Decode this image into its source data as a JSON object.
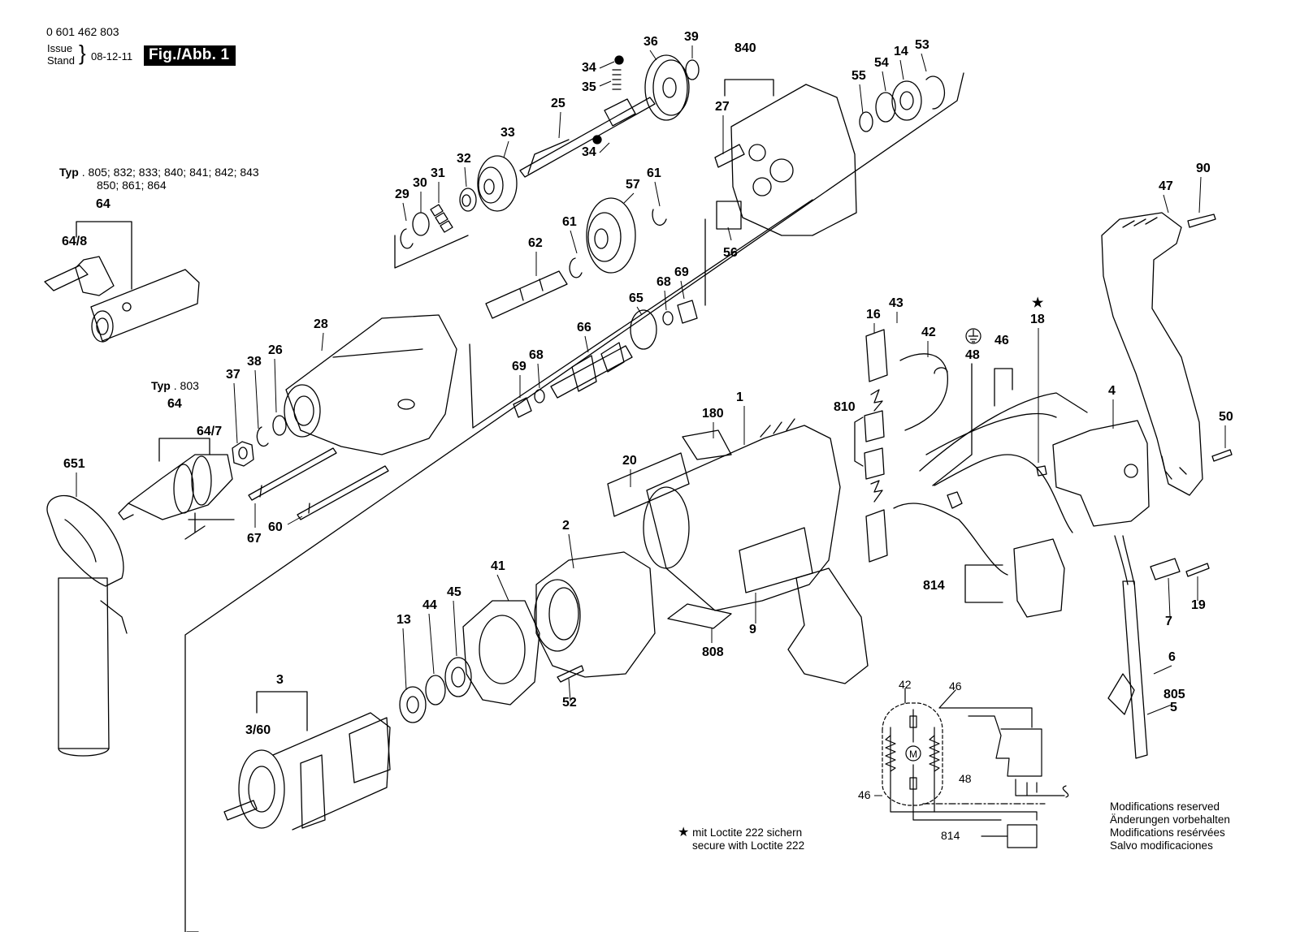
{
  "header": {
    "part_number": "0 601 462 803",
    "issue_label": "Issue",
    "stand_label": "Stand",
    "date": "08-12-11",
    "figure_label": "Fig./Abb. 1"
  },
  "typ_notes": {
    "typ_label": "Typ",
    "typ_a_line1": ". 805; 832; 833; 840; 841; 842; 843",
    "typ_a_line2": "850;  861; 864",
    "typ_b": ". 803"
  },
  "part_labels": {
    "p34a": "34",
    "p35": "35",
    "p36": "36",
    "p39": "39",
    "p840": "840",
    "p55": "55",
    "p54": "54",
    "p14": "14",
    "p53": "53",
    "p27": "27",
    "p25": "25",
    "p33": "33",
    "p34b": "34",
    "p32": "32",
    "p31": "31",
    "p30": "30",
    "p29": "29",
    "p57": "57",
    "p61a": "61",
    "p61b": "61",
    "p56": "56",
    "p62": "62",
    "p68a": "68",
    "p69a": "69",
    "p65": "65",
    "p66": "66",
    "p69b": "69",
    "p68b": "68",
    "p28": "28",
    "p64a": "64",
    "p64_8": "64/8",
    "p64b": "64",
    "p64_7": "64/7",
    "p37": "37",
    "p38": "38",
    "p26": "26",
    "p67": "67",
    "p60": "60",
    "p651": "651",
    "p16": "16",
    "p43": "43",
    "p42": "42",
    "p48": "48",
    "p46": "46",
    "p18": "18",
    "p47": "47",
    "p90": "90",
    "p810": "810",
    "p4": "4",
    "p50": "50",
    "p180": "180",
    "p1": "1",
    "p20": "20",
    "p2": "2",
    "p41": "41",
    "p45": "45",
    "p44": "44",
    "p13": "13",
    "p3": "3",
    "p3_60": "3/60",
    "p52": "52",
    "p808": "808",
    "p9": "9",
    "p814": "814",
    "p7": "7",
    "p19": "19",
    "p6": "6",
    "p805": "805",
    "p5": "5",
    "star": "★"
  },
  "schematic": {
    "l42": "42",
    "l46a": "46",
    "l46b": "46",
    "l48": "48",
    "l814": "814",
    "motor": "M"
  },
  "notes": {
    "loctite_de": "mit Loctite 222 sichern",
    "loctite_en": "secure with Loctite 222",
    "star": "★"
  },
  "modifications": [
    "Modifications reserved",
    "Änderungen vorbehalten",
    "Modifications resérvées",
    "Salvo modificaciones"
  ]
}
